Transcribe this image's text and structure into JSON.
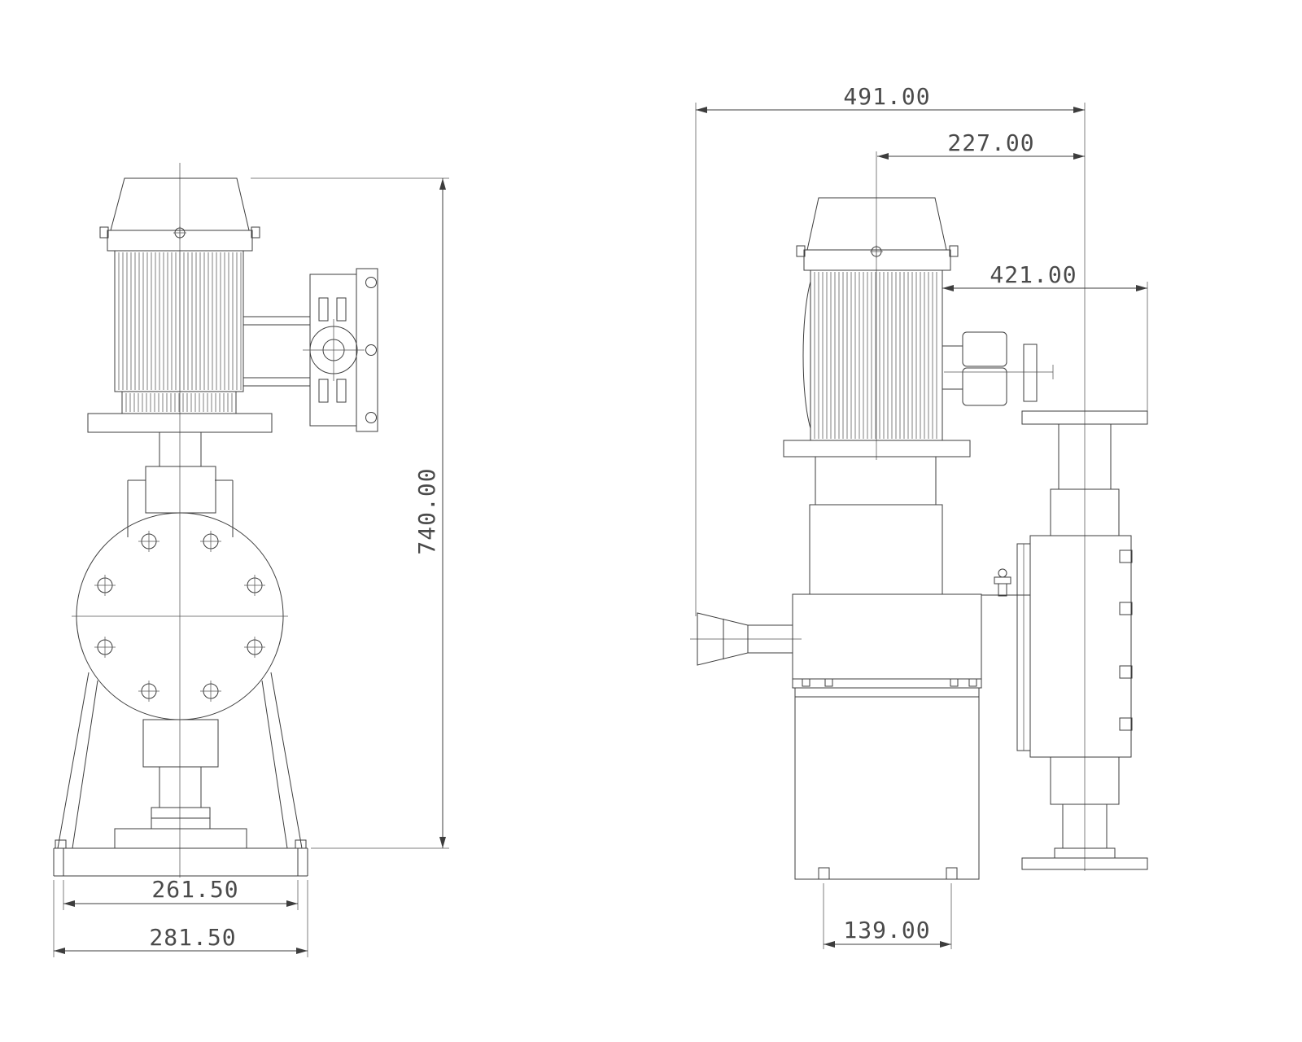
{
  "drawing": {
    "type": "engineering-cad-two-view-pump-drawing",
    "colors": {
      "line": "#3d3d3d",
      "dimension_text": "#4a4a4a",
      "background": "#ffffff"
    }
  },
  "front_view": {
    "dim_height_total": "740.00",
    "dim_width_bolt_span": "261.50",
    "dim_width_base": "281.50"
  },
  "side_view": {
    "dim_width_total": "491.00",
    "dim_offset_center": "227.00",
    "dim_width_partial": "421.00",
    "dim_base_width": "139.00"
  }
}
